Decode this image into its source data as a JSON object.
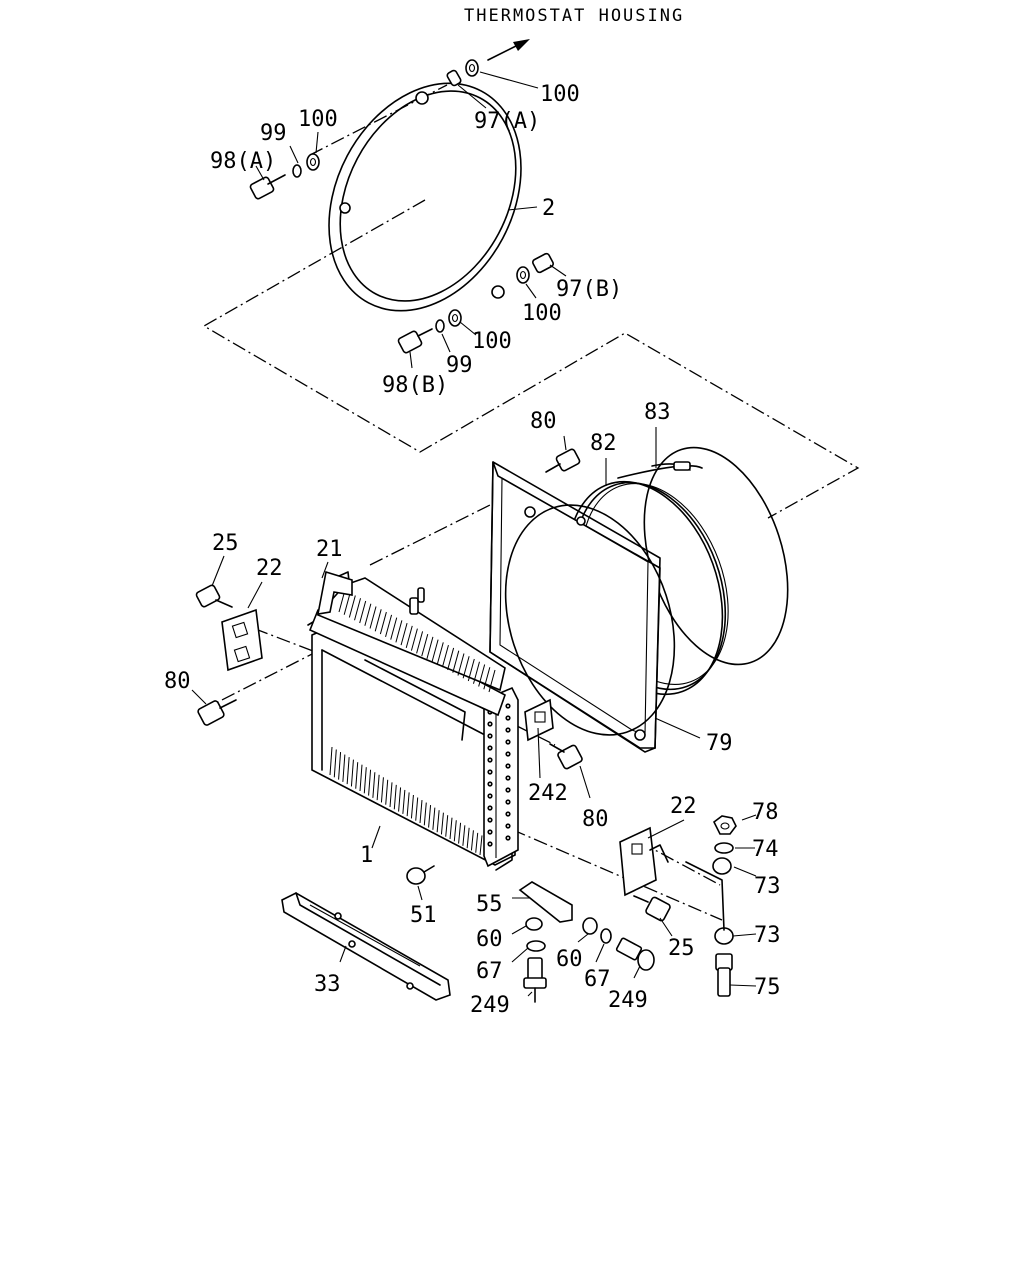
{
  "header": {
    "title": "THERMOSTAT HOUSING"
  },
  "labels": {
    "p100_top": "100",
    "p97a": "97(A)",
    "p100_a": "100",
    "p99_a": "99",
    "p98a": "98(A)",
    "p2": "2",
    "p97b": "97(B)",
    "p100_b": "100",
    "p100_c": "100",
    "p99_b": "99",
    "p98b": "98(B)",
    "p80_top": "80",
    "p82": "82",
    "p83": "83",
    "p25_left": "25",
    "p21": "21",
    "p22_left": "22",
    "p80_left": "80",
    "p79": "79",
    "p242": "242",
    "p80_mid": "80",
    "p22_right": "22",
    "p78": "78",
    "p74": "74",
    "p73_a": "73",
    "p1": "1",
    "p51": "51",
    "p55": "55",
    "p60_a": "60",
    "p60_b": "60",
    "p67_a": "67",
    "p67_b": "67",
    "p249_a": "249",
    "p249_b": "249",
    "p25_right": "25",
    "p73_b": "73",
    "p75": "75",
    "p33": "33"
  }
}
